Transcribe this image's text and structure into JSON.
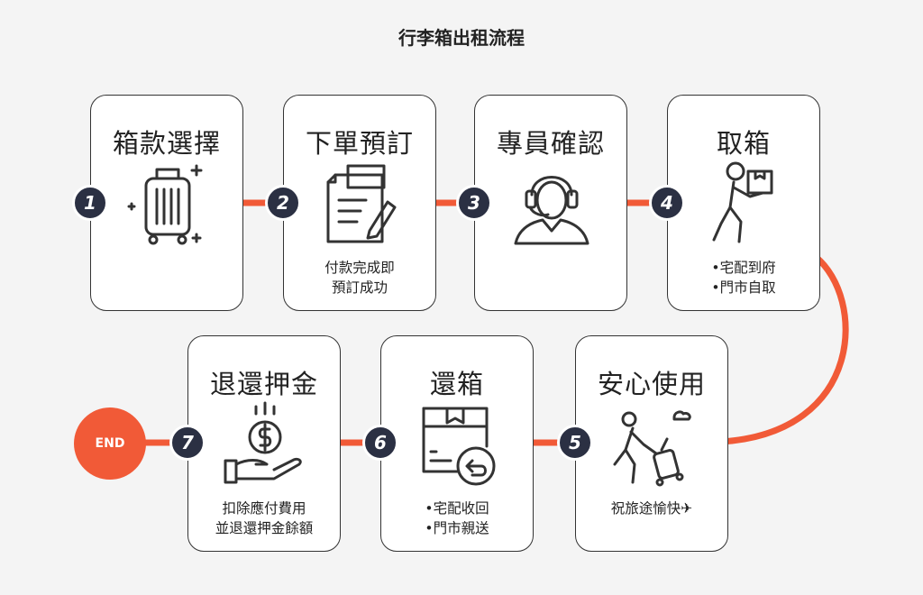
{
  "title": "行李箱出租流程",
  "steps": [
    {
      "num": "1",
      "label": "箱款選擇",
      "icon": "suitcase-icon",
      "notes": []
    },
    {
      "num": "2",
      "label": "下單預訂",
      "icon": "document-pen-icon",
      "notes": [
        "付款完成即",
        "預訂成功"
      ]
    },
    {
      "num": "3",
      "label": "專員確認",
      "icon": "headset-agent-icon",
      "notes": []
    },
    {
      "num": "4",
      "label": "取箱",
      "icon": "person-carrying-box-icon",
      "notes": [
        "•宅配到府",
        "•門市自取"
      ]
    },
    {
      "num": "5",
      "label": "安心使用",
      "icon": "traveler-with-luggage-icon",
      "notes": [
        "祝旅途愉快✈"
      ]
    },
    {
      "num": "6",
      "label": "還箱",
      "icon": "box-return-icon",
      "notes": [
        "•宅配收回",
        "•門市親送"
      ]
    },
    {
      "num": "7",
      "label": "退還押金",
      "icon": "hand-coin-icon",
      "notes": [
        "扣除應付費用",
        "並退還押金餘額"
      ]
    }
  ],
  "end_label": "END",
  "colors": {
    "accent": "#f15a37",
    "badge": "#2b3043",
    "border": "#333333",
    "background": "#f4f4f4"
  }
}
